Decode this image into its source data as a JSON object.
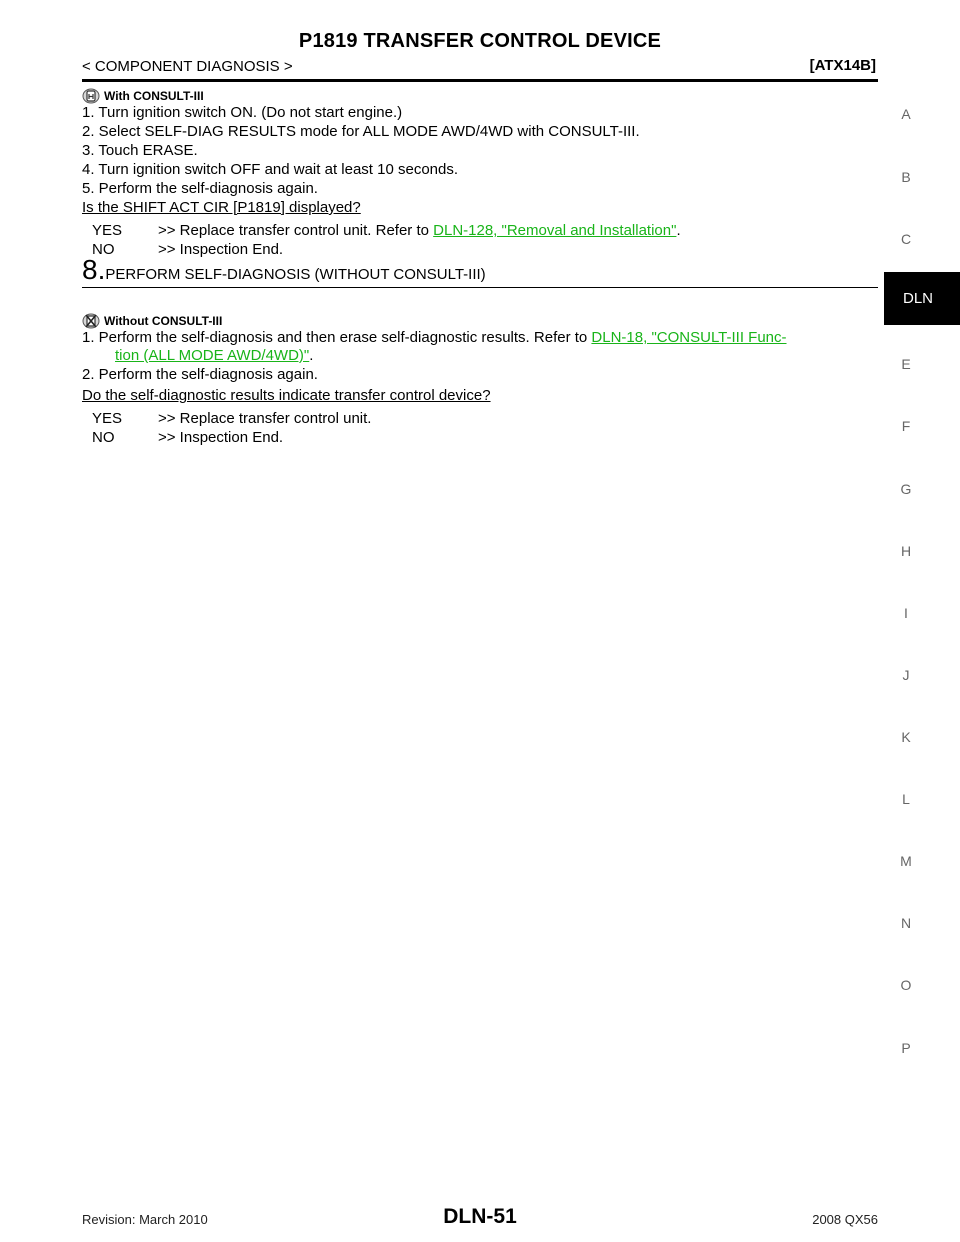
{
  "header": {
    "title": "P1819 TRANSFER CONTROL DEVICE",
    "section": "< COMPONENT DIAGNOSIS >",
    "model_code": "[ATX14B]"
  },
  "block1": {
    "consult_label": "With CONSULT-III",
    "consult_icon": "consult-iii-icon",
    "steps": [
      "1. Turn ignition switch ON. (Do not start engine.)",
      "2. Select SELF-DIAG RESULTS mode for ALL MODE AWD/4WD with CONSULT-III.",
      "3. Touch ERASE.",
      "4. Turn ignition switch OFF and wait at least 10 seconds.",
      "5. Perform the self-diagnosis again."
    ],
    "question": "Is the SHIFT ACT CIR [P1819] displayed?",
    "yes_key": "YES",
    "yes_text": ">> Replace transfer control unit. Refer to ",
    "yes_link": "DLN-128, \"Removal and Installation\"",
    "yes_end": ".",
    "no_key": "NO",
    "no_text": ">> Inspection End."
  },
  "step8": {
    "number": "8.",
    "title": "PERFORM SELF-DIAGNOSIS (WITHOUT CONSULT-III)"
  },
  "block2": {
    "consult_label": "Without CONSULT-III",
    "consult_icon": "no-consult-icon",
    "step1_text": "1. Perform the self-diagnosis and then erase self-diagnostic results. Refer to ",
    "step1_link_a": "DLN-18, \"CONSULT-III Func-",
    "step1_link_b": "tion (ALL MODE AWD/4WD)\"",
    "step1_end": ".",
    "step2": "2. Perform the self-diagnosis again.",
    "question": "Do the self-diagnostic results indicate transfer control device?",
    "yes_key": "YES",
    "yes_text": ">> Replace transfer control unit.",
    "no_key": "NO",
    "no_text": ">> Inspection End."
  },
  "sidebar": {
    "letters": [
      "A",
      "B",
      "C",
      "E",
      "F",
      "G",
      "H",
      "I",
      "J",
      "K",
      "L",
      "M",
      "N",
      "O",
      "P"
    ],
    "active_tab": "DLN"
  },
  "footer": {
    "revision": "Revision: March 2010",
    "page": "DLN-51",
    "model": "2008 QX56"
  },
  "colors": {
    "link": "#19b419",
    "tab_bg": "#000000"
  }
}
